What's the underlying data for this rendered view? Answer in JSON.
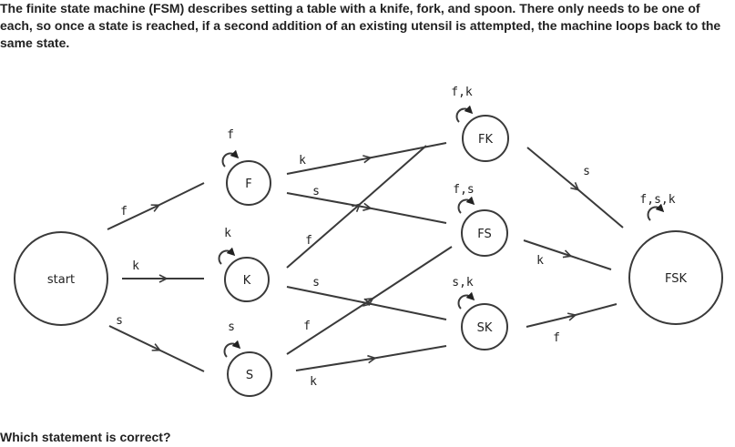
{
  "intro_text": "The finite state machine (FSM) describes setting a table with a knife, fork, and spoon. There only needs to be one of each, so once a state is reached, if a second addition of an existing utensil is attempted, the machine loops back to the same state.",
  "question_text": "Which statement is correct?",
  "states": {
    "start": "start",
    "F": "F",
    "K": "K",
    "S": "S",
    "FK": "FK",
    "FS": "FS",
    "SK": "SK",
    "FSK": "FSK"
  },
  "loop_labels": {
    "F": "f",
    "K": "k",
    "S": "s",
    "FK": "f,k",
    "FS": "f,s",
    "SK": "s,k",
    "FSK": "f,s,k"
  },
  "transition_labels": {
    "start_F": "f",
    "start_K": "k",
    "start_S": "s",
    "F_FK": "k",
    "F_FS": "s",
    "K_FK": "f",
    "K_SK": "s",
    "S_FS": "f",
    "S_SK": "k",
    "FK_FSK": "s",
    "FS_FSK": "k",
    "SK_FSK": "f"
  }
}
